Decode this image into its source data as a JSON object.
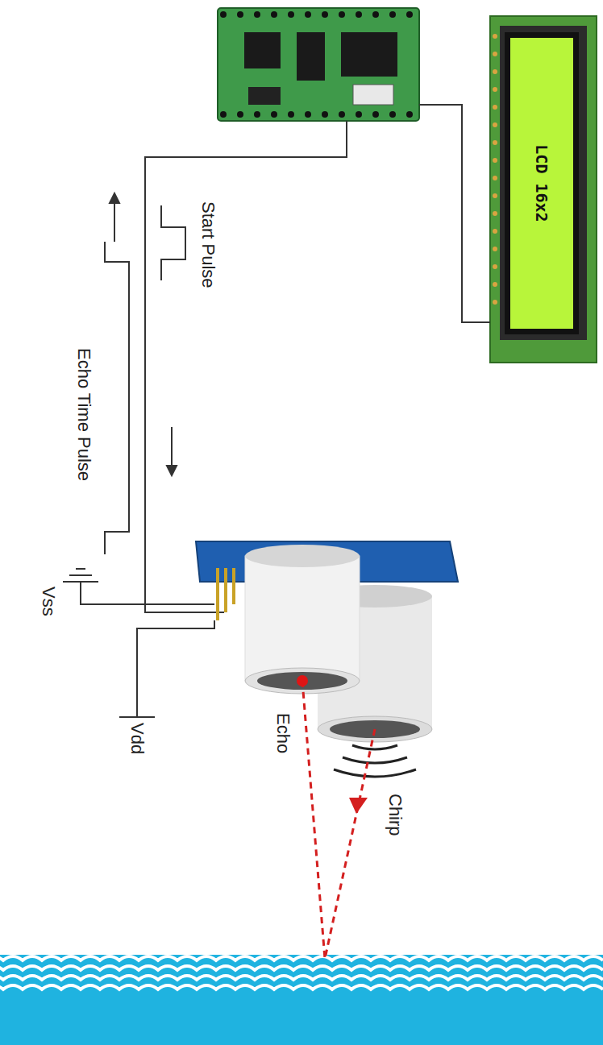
{
  "diagram": {
    "nodes": [
      {
        "text": [
          "LCD 16x2"
        ]
      }
    ],
    "labels": [
      "Start Pulse",
      "Echo Time Pulse",
      "Vss",
      "Vdd",
      "Echo",
      "Chirp"
    ]
  }
}
